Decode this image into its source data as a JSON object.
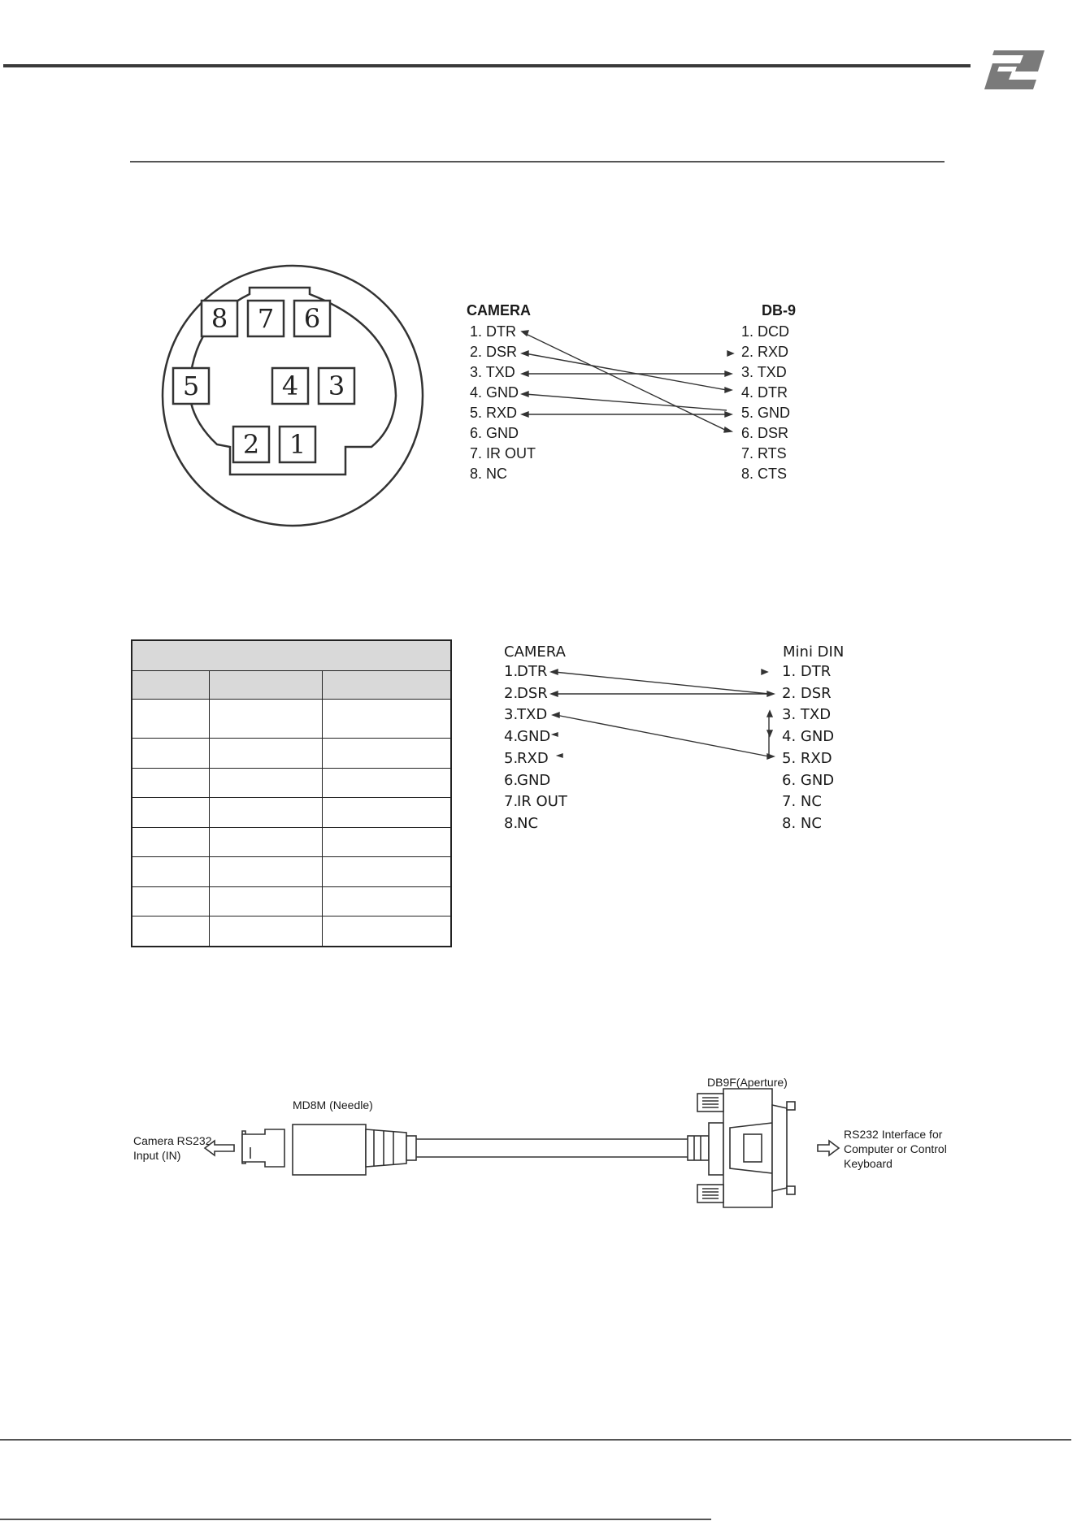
{
  "header": {
    "logo_icon": "brand-logo-icon"
  },
  "camera_db9": {
    "camera_title": "CAMERA",
    "db9_title": "DB-9",
    "camera_pins": [
      "1. DTR",
      "2. DSR",
      "3. TXD",
      "4. GND",
      "5. RXD",
      "6. GND",
      "7. IR OUT",
      "8. NC"
    ],
    "db9_pins": [
      "1. DCD",
      "2. RXD",
      "3. TXD",
      "4. DTR",
      "5. GND",
      "6. DSR",
      "7. RTS",
      "8. CTS"
    ]
  },
  "mini_din_socket": {
    "pins": [
      "8",
      "7",
      "6",
      "5",
      "4",
      "3",
      "2",
      "1"
    ]
  },
  "camera_minidin": {
    "camera_title": "CAMERA",
    "minidin_title": "Mini DIN",
    "camera_pins": [
      "1.",
      "DTR",
      "2.",
      "DSR",
      "3.",
      "TXD",
      "4.",
      "GND",
      "5.",
      "RXD",
      "6.",
      "GND",
      "7.",
      "IR OUT",
      "8.",
      "NC"
    ],
    "minidin_pins": [
      "1. DTR",
      "2. DSR",
      "3. TXD",
      "4. GND",
      "5. RXD",
      "6. GND",
      "7. NC",
      "8. NC"
    ]
  },
  "cable": {
    "md8m_label": "MD8M (Needle)",
    "db9f_label": "DB9F(Aperture)",
    "left_label_1": "Camera RS232",
    "left_label_2": "Input (IN)",
    "right_label_1": "RS232 Interface for",
    "right_label_2": "Computer or Control",
    "right_label_3": "Keyboard"
  },
  "colors": {
    "rule": "#3a3a3a",
    "table_header": "#d9d9d9",
    "logo": "#7a7a7a"
  }
}
